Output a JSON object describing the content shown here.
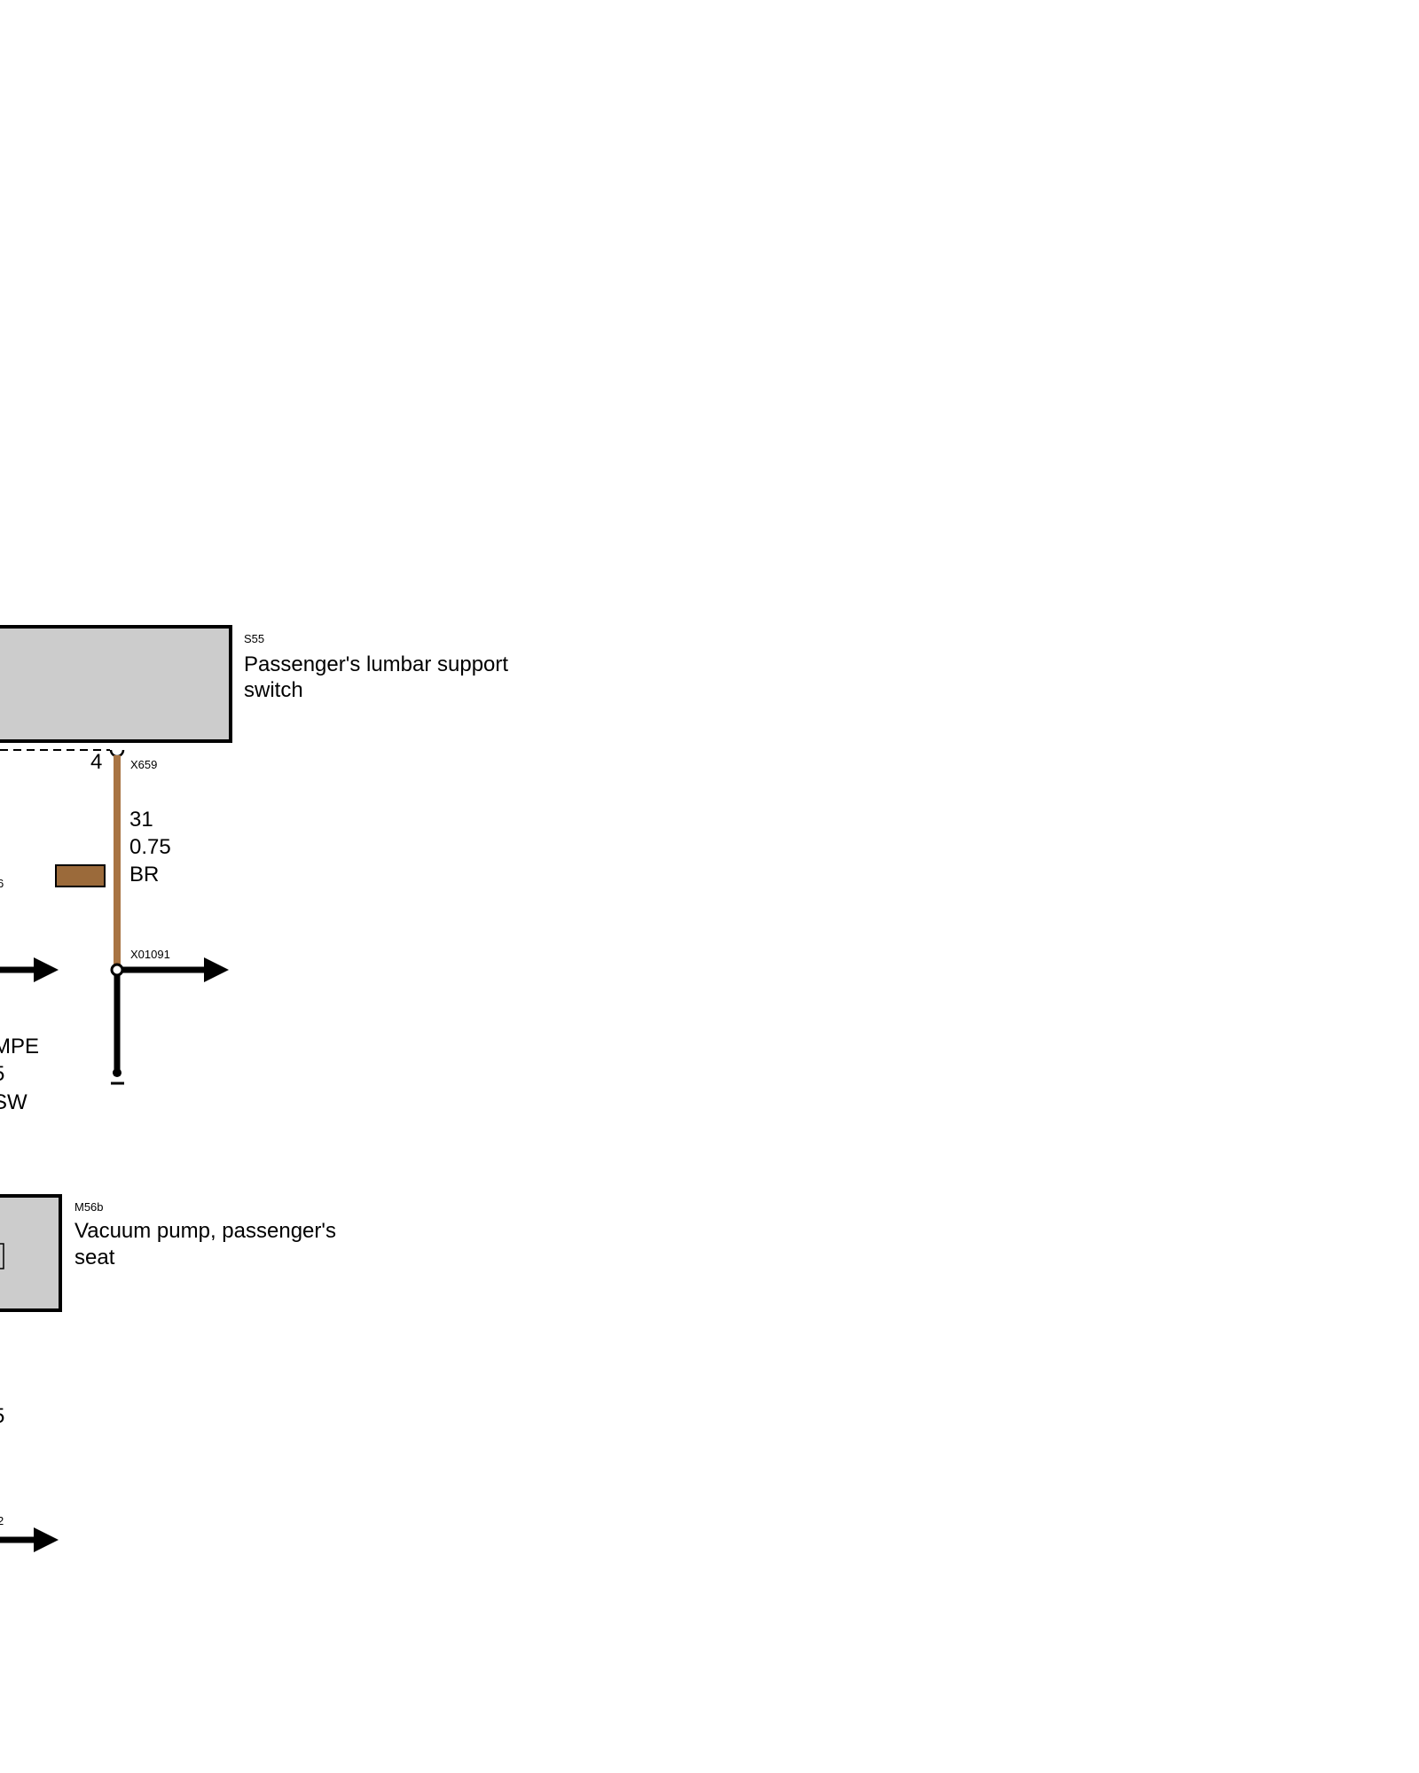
{
  "colors": {
    "box_fill": "#cccccc",
    "wire_brown": "#a87443",
    "brown_swatch": "#9b6a3a",
    "line": "#000000"
  },
  "switch": {
    "code": "S55",
    "name_line1": "Passenger's lumbar support",
    "name_line2": "switch",
    "pin": "4",
    "connector": "X659"
  },
  "wire": {
    "circuit": "31",
    "gauge": "0.75",
    "color_code": "BR",
    "left_stub": "6"
  },
  "junction": {
    "code": "X01091"
  },
  "left_partial": {
    "line1": "MPE",
    "line2": "5",
    "line3": "SW",
    "lower_digit": "5",
    "lower_connector": "2"
  },
  "pump": {
    "code": "M56b",
    "name_line1": "Vacuum pump, passenger's",
    "name_line2": "seat"
  }
}
